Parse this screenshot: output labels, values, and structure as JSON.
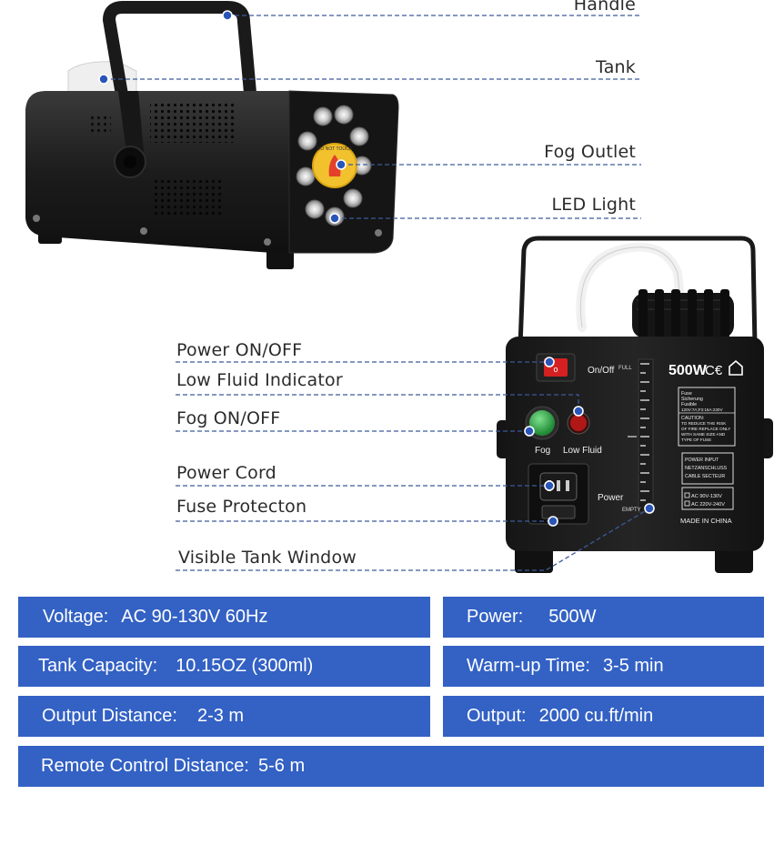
{
  "callouts_top": [
    {
      "id": "handle",
      "label": "Handle"
    },
    {
      "id": "tank",
      "label": "Tank"
    },
    {
      "id": "fog-outlet",
      "label": "Fog Outlet"
    },
    {
      "id": "led-light",
      "label": "LED Light"
    }
  ],
  "callouts_bottom": [
    {
      "id": "power-onoff",
      "label": "Power ON/OFF"
    },
    {
      "id": "low-fluid",
      "label": "Low Fluid Indicator"
    },
    {
      "id": "fog-onoff",
      "label": "Fog ON/OFF"
    },
    {
      "id": "power-cord",
      "label": "Power Cord"
    },
    {
      "id": "fuse",
      "label": "Fuse Protecton"
    },
    {
      "id": "tank-window",
      "label": "Visible Tank Window"
    }
  ],
  "panel": {
    "on_off": "On/Off",
    "full": "FULL",
    "empty": "EMPTY",
    "fog": "Fog",
    "low_fluid": "Low Fluid",
    "power": "Power",
    "wattage": "500W",
    "ce": "C€",
    "fuse_lines": [
      "Fuse",
      "Sicherung",
      "Fusible",
      "120V:7A;F3:15A:230V"
    ],
    "caution_lines": [
      "CAUTION:",
      "TO REDUCE THE RISK",
      "OF FIRE REPLACE ONLY",
      "WITH SAME SIZE AND",
      "TYPE OF FUSE"
    ],
    "input_lines": [
      "POWER INPUT",
      "NETZANSCHLUSS",
      "CABLE SECTEUR"
    ],
    "voltage_lines": [
      "AC 90V-130V",
      "AC 220V-240V"
    ],
    "made_in": "MADE IN CHINA",
    "fan_lines": [
      "DO NOT TOUCH"
    ]
  },
  "specs": {
    "voltage": {
      "key": "Voltage:",
      "value": "AC 90-130V 60Hz"
    },
    "power": {
      "key": "Power:",
      "value": "500W"
    },
    "tank_capacity": {
      "key": "Tank Capacity:",
      "value": "10.15OZ (300ml)"
    },
    "warmup": {
      "key": "Warm-up Time:",
      "value": "3-5 min"
    },
    "output_distance": {
      "key": "Output Distance:",
      "value": "2-3 m"
    },
    "output": {
      "key": "Output:",
      "value": "2000 cu.ft/min"
    },
    "remote": {
      "key": "Remote Control Distance:",
      "value": "5-6 m"
    }
  },
  "colors": {
    "spec_bg": "#3361c4",
    "callout_dot": "#2a55b8",
    "machine_body": "#1e1e1e",
    "led_ring": "#9a9a9a",
    "fog_button": "#2ea84a",
    "power_switch": "#d42020",
    "low_fluid_led": "#b01818",
    "fan_label": "#f2c12e"
  }
}
